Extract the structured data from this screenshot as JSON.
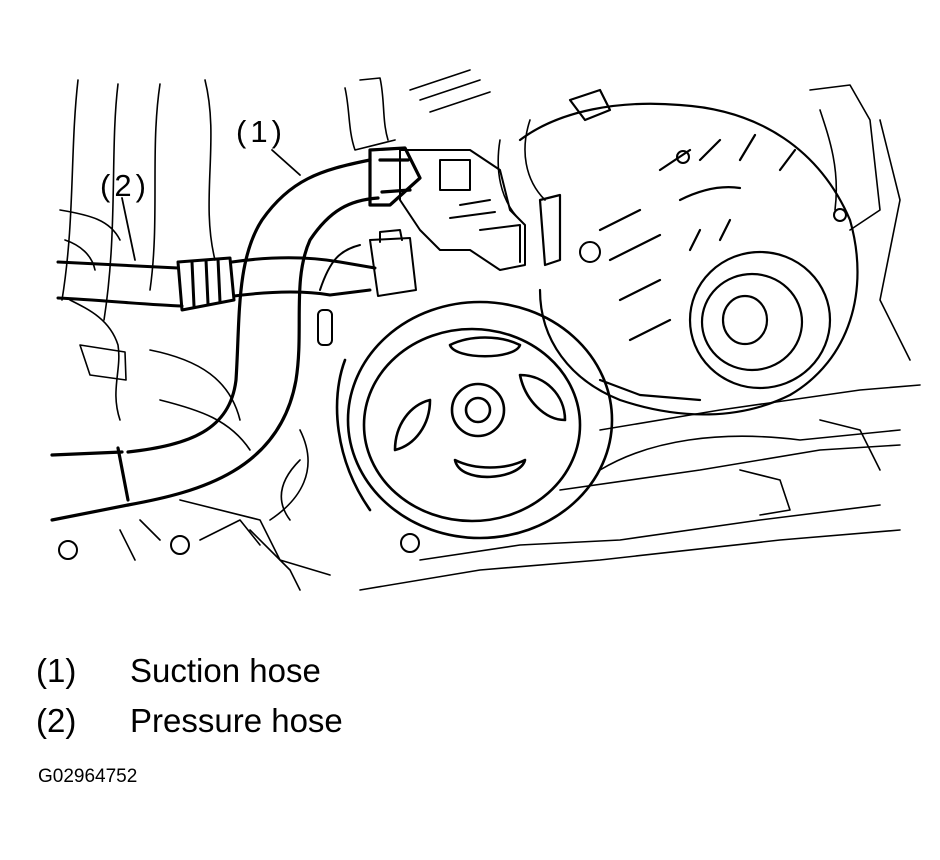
{
  "diagram": {
    "callouts": [
      {
        "id": "1",
        "label": "(1)"
      },
      {
        "id": "2",
        "label": "(2)"
      }
    ],
    "legend": [
      {
        "number": "(1)",
        "text": "Suction hose"
      },
      {
        "number": "(2)",
        "text": "Pressure hose"
      }
    ],
    "figure_code": "G02964752"
  }
}
